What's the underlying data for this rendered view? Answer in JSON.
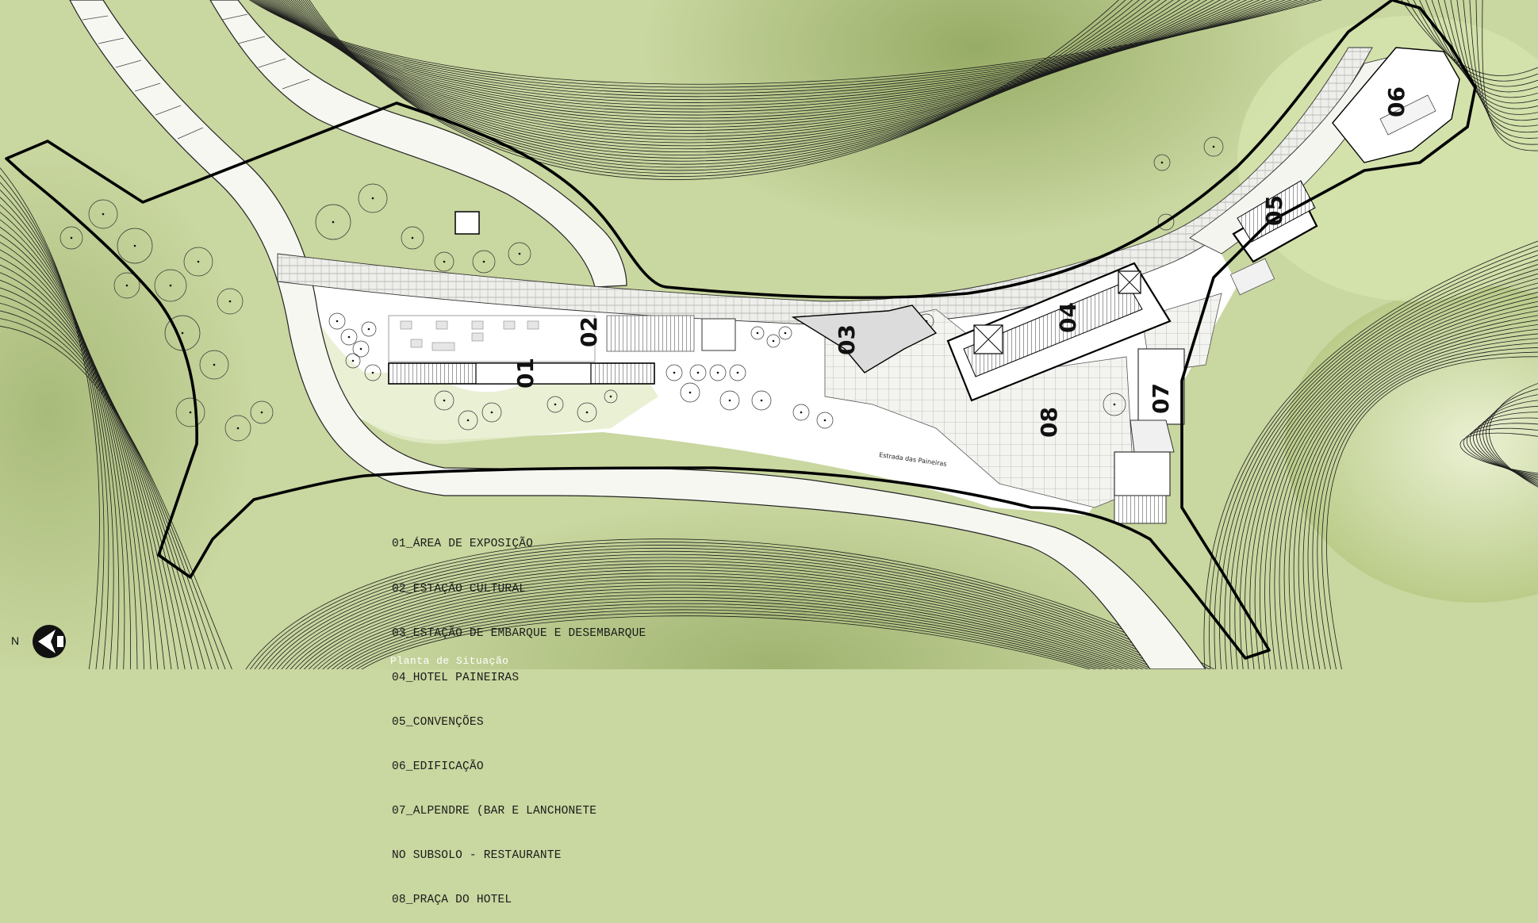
{
  "map": {
    "site_labels": [
      {
        "id": "01",
        "text": "01"
      },
      {
        "id": "02",
        "text": "02"
      },
      {
        "id": "03",
        "text": "03"
      },
      {
        "id": "04",
        "text": "04"
      },
      {
        "id": "05",
        "text": "05"
      },
      {
        "id": "06",
        "text": "06"
      },
      {
        "id": "07",
        "text": "07"
      },
      {
        "id": "08",
        "text": "08"
      }
    ],
    "street_name": "Estrada das Paineiras",
    "north_label": "N",
    "caption": "Planta de Situação",
    "colors": {
      "terrain": "#c9d7a0",
      "terrain_dark": "#9fb676",
      "road": "#f7f7f2",
      "site_boundary": "#000000",
      "contour": "#1c1c1c"
    }
  },
  "legend": {
    "items": [
      "01_ÁREA DE EXPOSIÇÃO",
      "02_ESTAÇÃO CULTURAL",
      "03_ESTAÇÃO DE EMBARQUE E DESEMBARQUE",
      "04_HOTEL PAINEIRAS",
      "05_CONVENÇÕES",
      "06_EDIFICAÇÃO",
      "07_ALPENDRE (BAR E LANCHONETE",
      "NO SUBSOLO - RESTAURANTE",
      "08_PRAÇA DO HOTEL"
    ]
  }
}
